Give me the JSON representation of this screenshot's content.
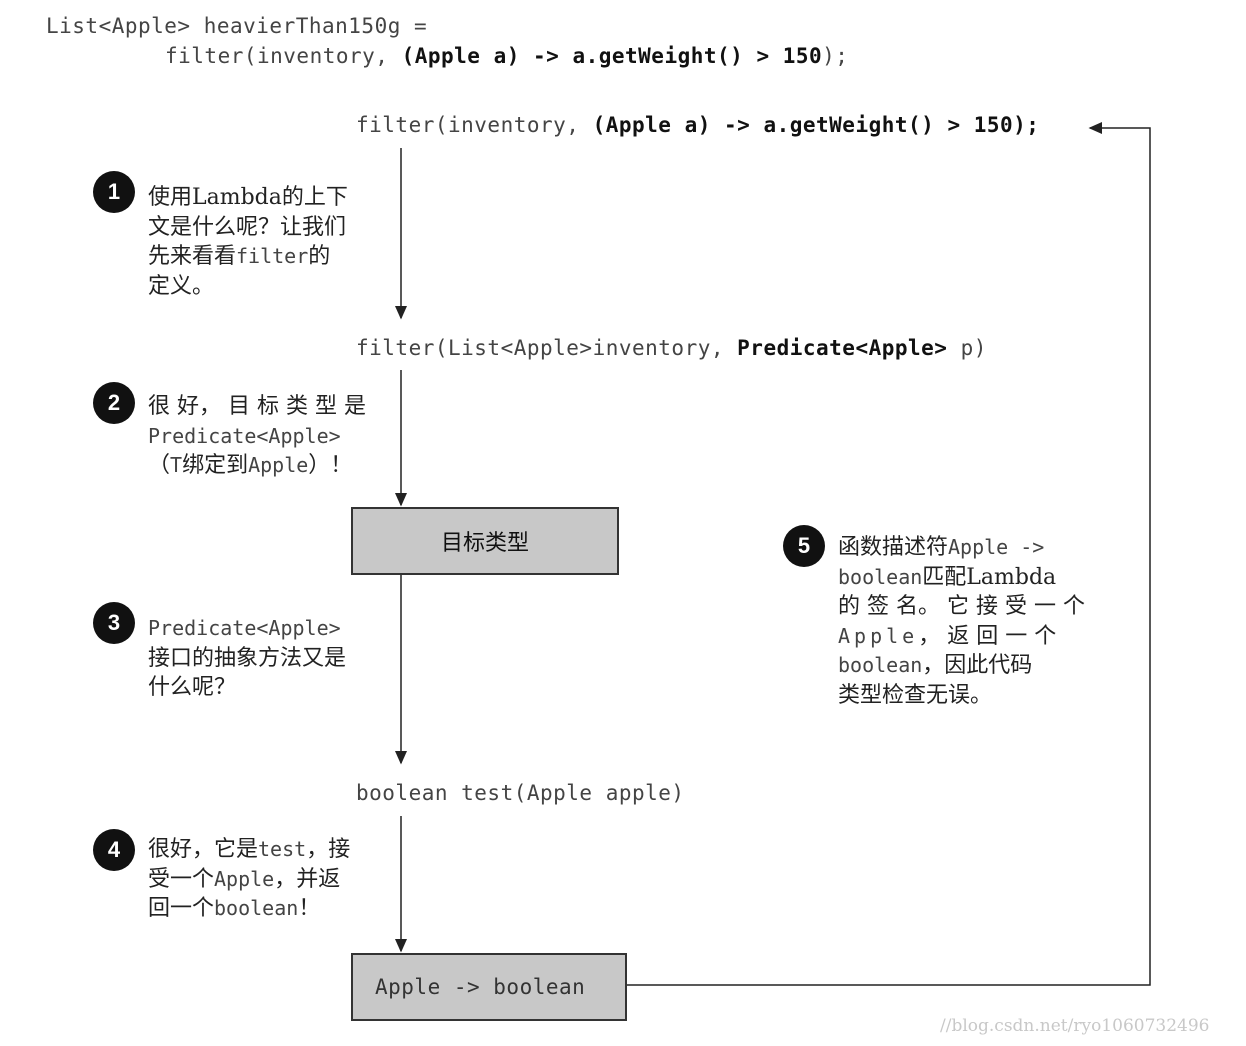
{
  "top_code": {
    "line1": "List<Apple> heavierThan150g =",
    "line2_a": "filter(inventory, ",
    "line2_b": "(Apple a) -> a.getWeight() > 150",
    "line2_c": ");"
  },
  "call": {
    "part_a": "filter(inventory, ",
    "part_b": "(Apple a) -> a.getWeight() > 150);"
  },
  "signature": {
    "part_a": "filter(List<Apple>inventory, ",
    "part_b": "Predicate<Apple>",
    "part_c": " p)"
  },
  "method": "boolean test(Apple apple)",
  "boxes": {
    "target_type": "目标类型",
    "descriptor": "Apple -> boolean"
  },
  "notes": [
    {
      "number": "1",
      "line1": "使用Lambda的上下",
      "line2": "文是什么呢？让我们",
      "line3_a": "先来看看",
      "line3_b": "filter",
      "line3_c": "的",
      "line4": "定义。"
    },
    {
      "number": "2",
      "line1": "很 好， 目 标 类 型 是",
      "line2": "Predicate<Apple>",
      "line3_a": "（",
      "line3_b": "T",
      "line3_c": "绑定到",
      "line3_d": "Apple",
      "line3_e": "）！"
    },
    {
      "number": "3",
      "line1": "Predicate<Apple>",
      "line2": "接口的抽象方法又是",
      "line3": "什么呢？"
    },
    {
      "number": "4",
      "line1_a": "很好，它是",
      "line1_b": "test",
      "line1_c": "，接",
      "line2_a": "受一个",
      "line2_b": "Apple",
      "line2_c": "，并返",
      "line3_a": "回一个",
      "line3_b": "boolean",
      "line3_c": "！"
    },
    {
      "number": "5",
      "line1_a": "函数描述符",
      "line1_b": "Apple ->",
      "line2_a": "boolean",
      "line2_b": "匹配Lambda",
      "line3": "的 签 名。 它 接 受 一 个",
      "line4_a": "Apple",
      "line4_b": "， 返 回 一 个",
      "line5_a": "boolean",
      "line5_b": "，因此代码",
      "line6": "类型检查无误。"
    }
  ],
  "watermark": "//blog.csdn.net/ryo1060732496"
}
